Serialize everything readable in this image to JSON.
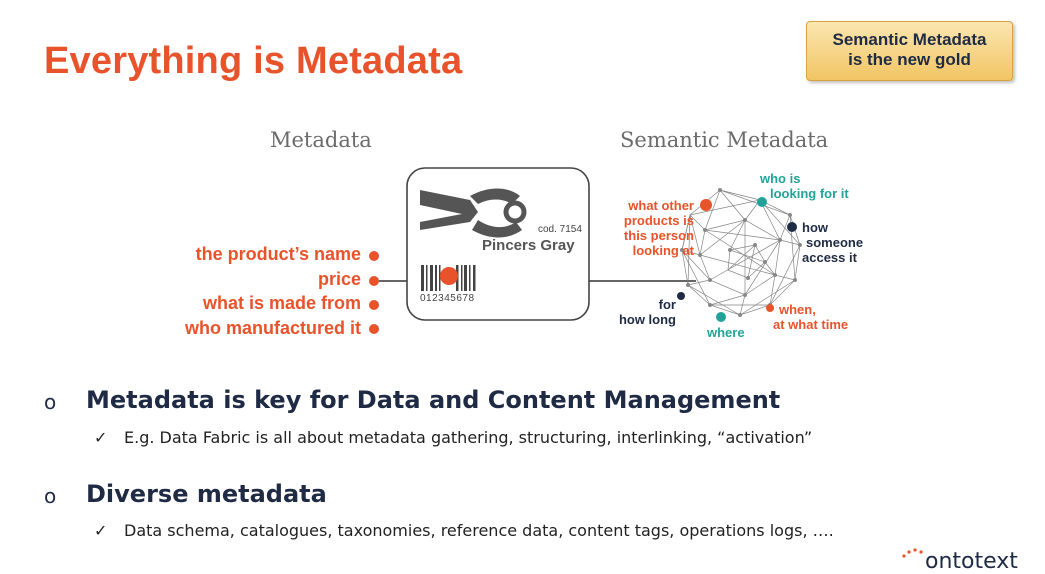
{
  "slide": {
    "title": "Everything is Metadata",
    "badge_line1": "Semantic Metadata",
    "badge_line2": "is the new gold"
  },
  "diagram": {
    "metadata_heading": "Metadata",
    "semantic_heading": "Semantic Metadata",
    "left_items": [
      "the product’s name",
      "price",
      "what is made from",
      "who manufactured it"
    ],
    "card": {
      "code": "cod. 7154",
      "product_name": "Pincers Gray",
      "barcode_number": "012345678"
    },
    "semantic_labels": {
      "what_other_1": "what other",
      "what_other_2": "products is",
      "what_other_3": "this person",
      "what_other_4": "looking at",
      "who_is_1": "who is",
      "who_is_2": "looking for it",
      "how_1": "how",
      "how_2": "someone",
      "how_3": "access it",
      "for_1": "for",
      "for_2": "how long",
      "where": "where",
      "when_1": "when,",
      "when_2": "at what time"
    }
  },
  "bullets": [
    {
      "marker": "o",
      "heading": "Metadata is key for Data and Content Management",
      "check": "✓",
      "sub": "E.g. Data Fabric is all about metadata gathering, structuring, interlinking, “activation”"
    },
    {
      "marker": "o",
      "heading": "Diverse metadata",
      "check": "✓",
      "sub": "Data schema, catalogues, taxonomies, reference data, content tags, operations logs, …."
    }
  ],
  "logo_text": "ontotext",
  "colors": {
    "accent_orange": "#e8532b",
    "navy": "#1f2a44",
    "teal": "#21a39a",
    "badge_gold": "#f1c563"
  }
}
